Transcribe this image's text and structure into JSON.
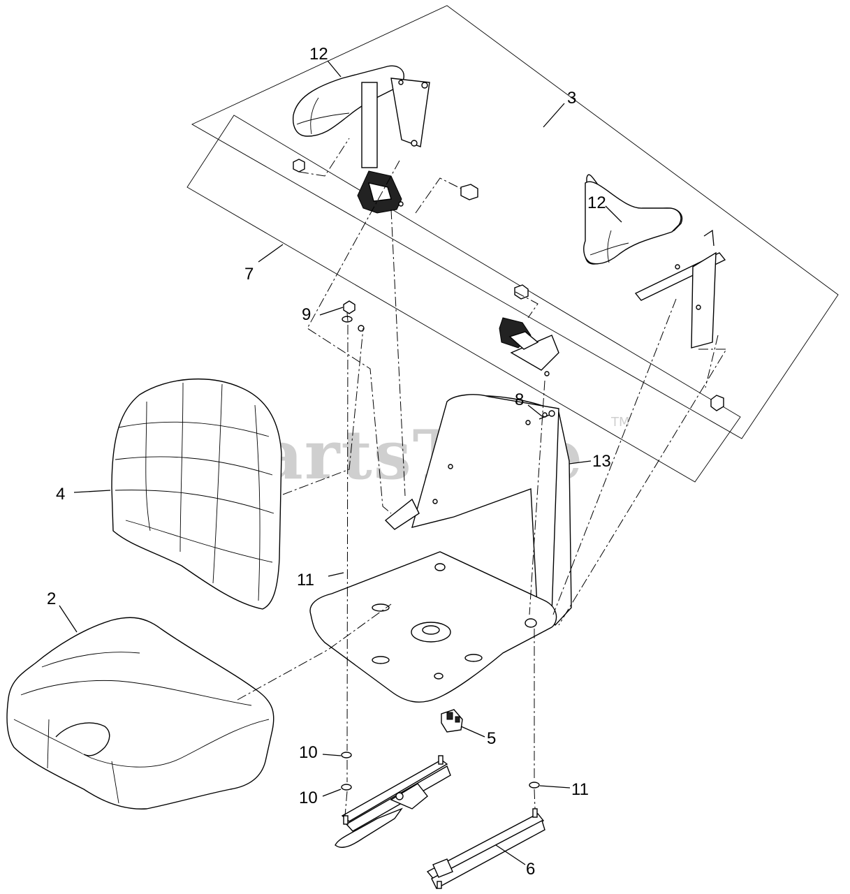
{
  "watermark": {
    "brand": "PartsTree",
    "trademark": "TM"
  },
  "callouts": {
    "c2": "2",
    "c3": "3",
    "c4": "4",
    "c5": "5",
    "c6": "6",
    "c7": "7",
    "c8": "8",
    "c9": "9",
    "c10a": "10",
    "c10b": "10",
    "c11a": "11",
    "c11b": "11",
    "c12a": "12",
    "c12b": "12",
    "c13": "13"
  }
}
